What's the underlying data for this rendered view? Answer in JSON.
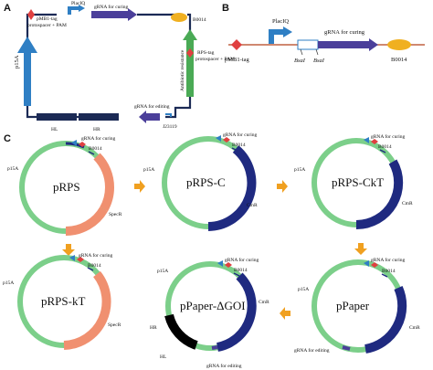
{
  "panels": {
    "a": "A",
    "b": "B",
    "c": "C"
  },
  "panel_a": {
    "placiq": "PlacIQ",
    "pmb1_tag_line1": "pMB1-tag",
    "pmb1_tag_line2": "protospacer + PAM",
    "grna_curing": "gRNA for curing",
    "b0014": "B0014",
    "p15a": "p15A",
    "antibiotic": "Antibiotic resistance",
    "rps_tag_line1": "RPS-tag",
    "rps_tag_line2": "protospacer + PAM",
    "hl": "HL",
    "hr": "HR",
    "grna_editing": "gRNA for editing",
    "j23119": "J23119"
  },
  "panel_b": {
    "placiq": "PlacIQ",
    "grna_curing": "gRNA for curing",
    "pmb1_tag": "pMB1-tag",
    "bsai_1": "BsaI",
    "bsai_2": "BsaI",
    "b0014": "B0014"
  },
  "plasmids": {
    "prps": {
      "name": "pRPS",
      "p15a": "p15A",
      "grna_curing": "gRNA for curing",
      "b0014": "B0014",
      "marker": "SpecR"
    },
    "prps_c": {
      "name": "pRPS-C",
      "p15a": "p15A",
      "grna_curing": "gRNA for curing",
      "b0014": "B0014",
      "marker": "CmR"
    },
    "prps_ckt": {
      "name": "pRPS-CkT",
      "p15a": "p15A",
      "grna_curing": "gRNA for curing",
      "b0014": "B0014",
      "marker": "CmR"
    },
    "prps_kt": {
      "name": "pRPS-kT",
      "p15a": "p15A",
      "grna_curing": "gRNA for curing",
      "b0014": "B0014",
      "marker": "SpecR"
    },
    "ppaper_dgoi": {
      "name": "pPaper-ΔGOI",
      "p15a": "p15A",
      "grna_curing": "gRNA for curing",
      "b0014": "B0014",
      "marker": "CmR",
      "hr": "HR",
      "hl": "HL",
      "grna_editing": "gRNA for editing"
    },
    "ppaper": {
      "name": "pPaper",
      "p15a": "p15A",
      "grna_curing": "gRNA for curing",
      "b0014": "B0014",
      "marker": "CmR",
      "grna_editing": "gRNA for editing"
    }
  },
  "colors": {
    "p15a": "#7ccf8a",
    "specr": "#f09070",
    "cmr": "#1f2a80",
    "grna": "#4b3f9a",
    "b0014": "#f0b020",
    "promoter": "#2f7fc4",
    "tag": "#e04040",
    "flow_arrow": "#f0a020",
    "backbone": "#1b2a55",
    "hl_hr": "#000000"
  }
}
